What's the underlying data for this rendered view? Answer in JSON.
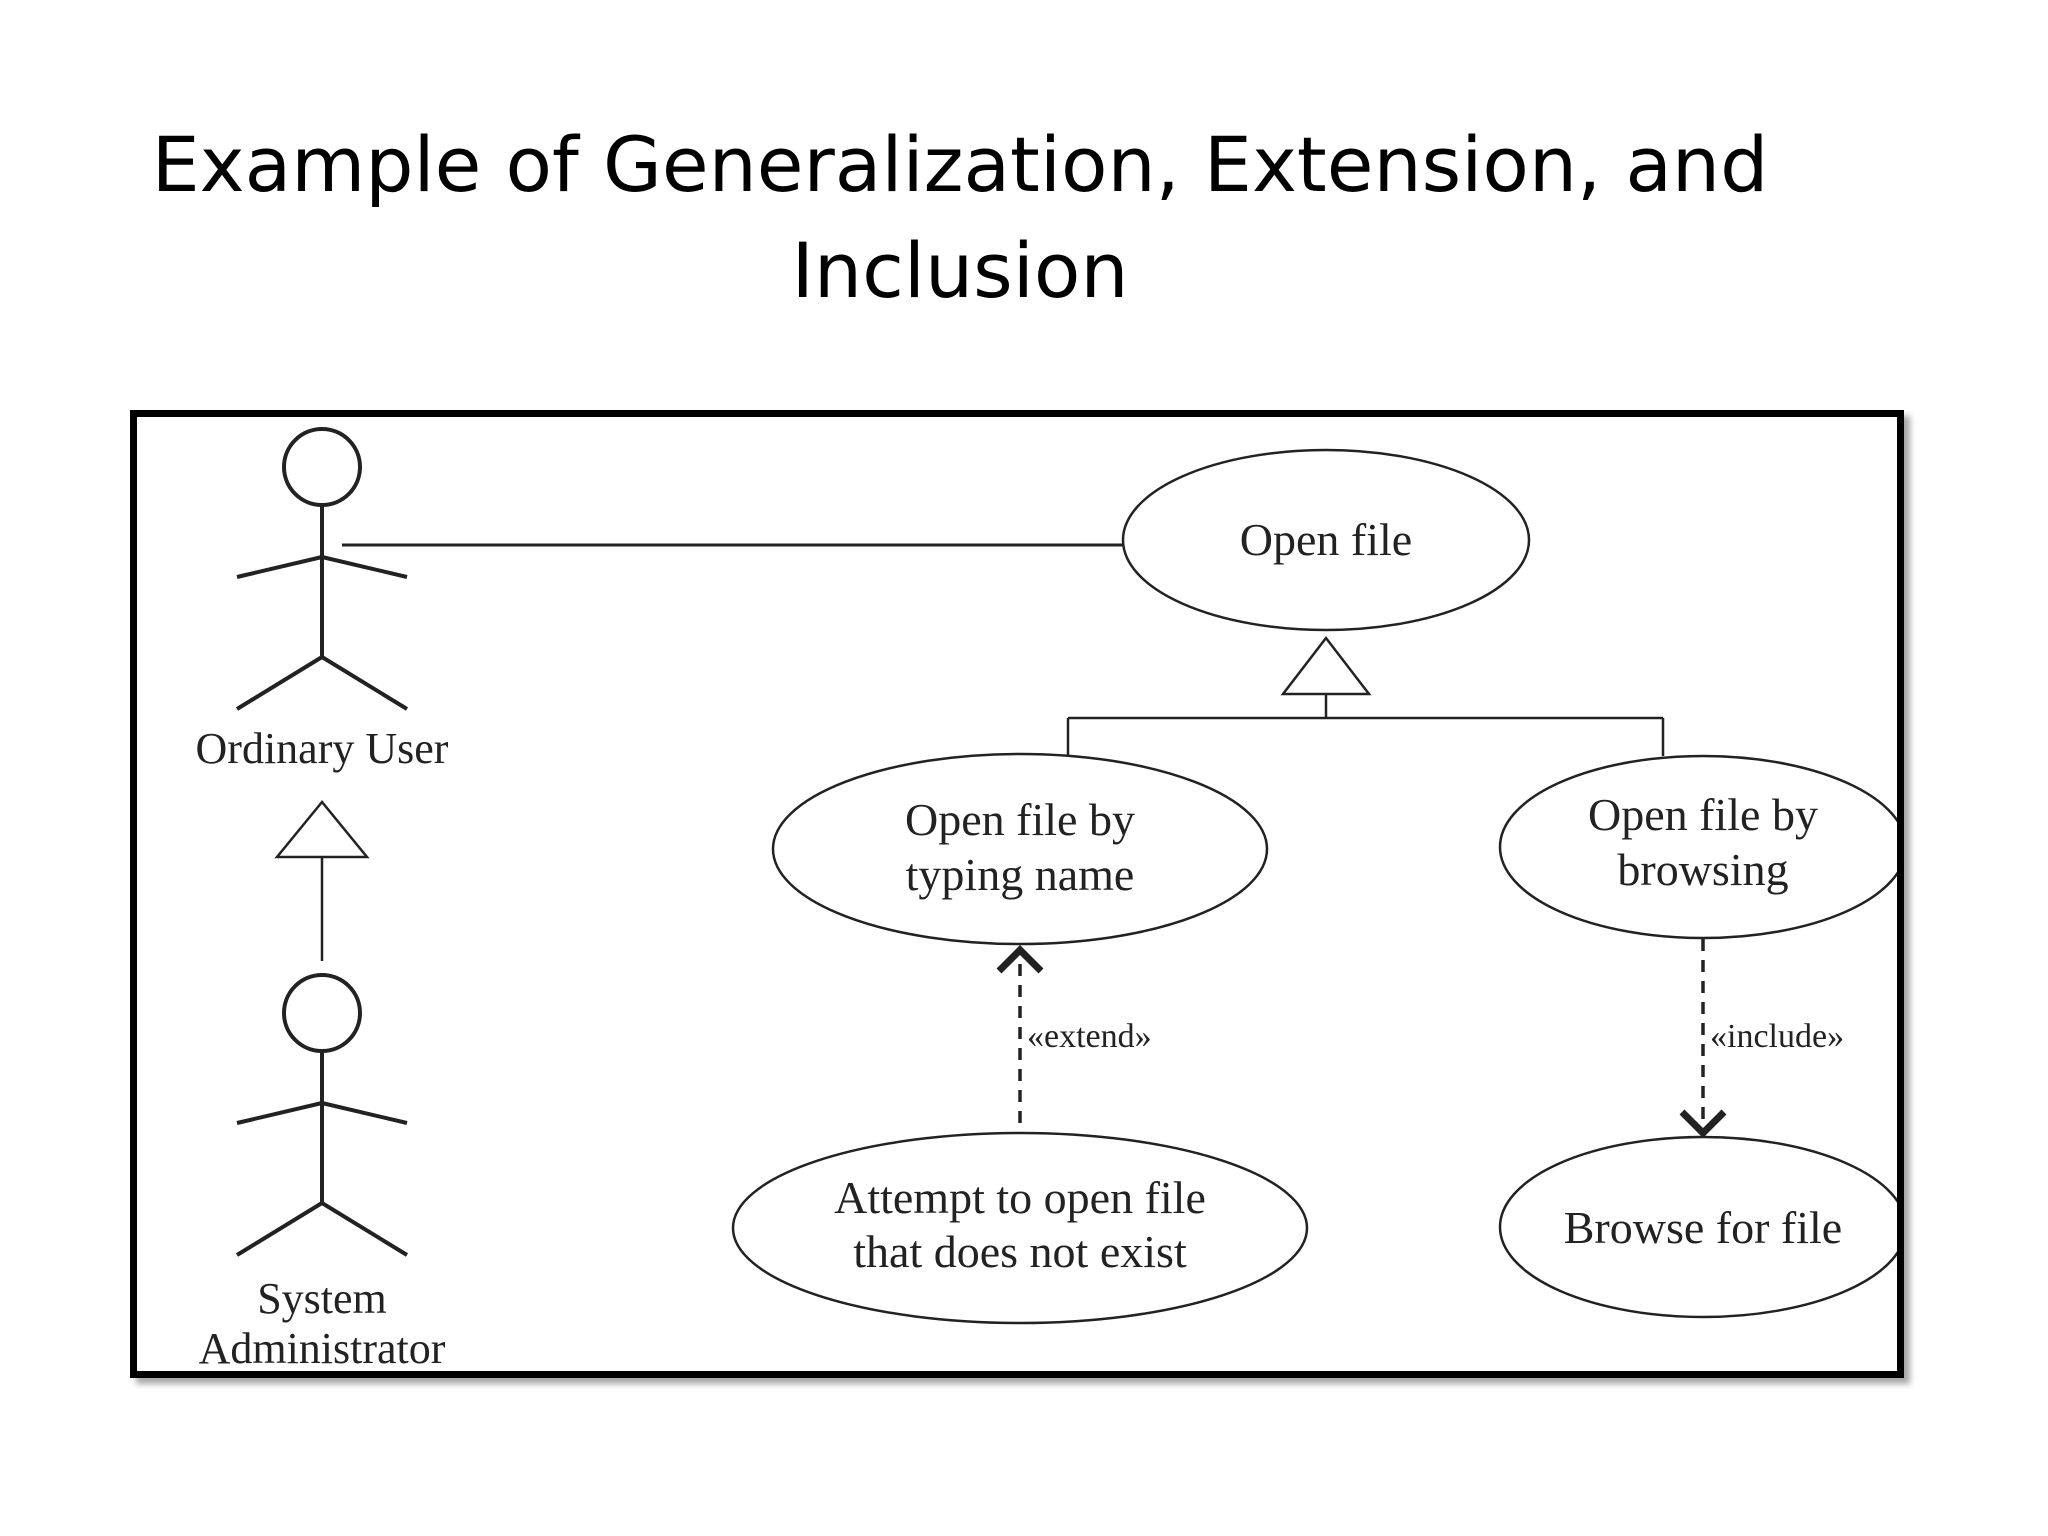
{
  "slide": {
    "title_line1": "Example of  Generalization, Extension, and",
    "title_line2": "Inclusion"
  },
  "diagram": {
    "actors": {
      "ordinary_user": "Ordinary User",
      "system_admin_line1": "System",
      "system_admin_line2": "Administrator"
    },
    "use_cases": {
      "open_file": "Open file",
      "typing_line1": "Open file by",
      "typing_line2": "typing name",
      "browsing_line1": "Open file by",
      "browsing_line2": "browsing",
      "attempt_line1": "Attempt to open file",
      "attempt_line2": "that does not exist",
      "browse_for_file": "Browse for file"
    },
    "relationships": {
      "extend_label": "«extend»",
      "include_label": "«include»"
    }
  }
}
